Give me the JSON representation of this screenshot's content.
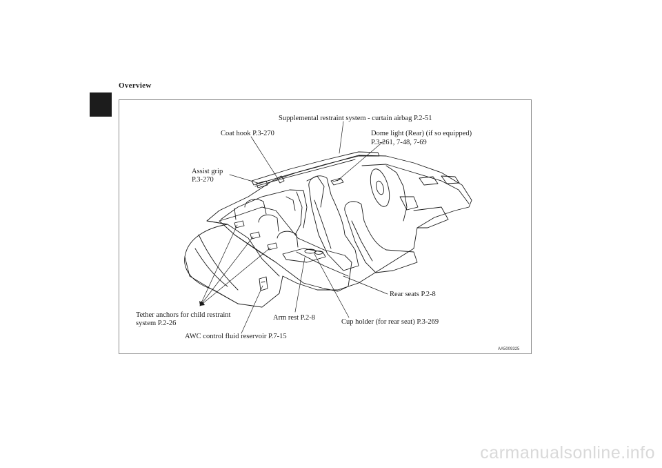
{
  "header": {
    "title": "Overview"
  },
  "figure": {
    "code": "AA5009325",
    "labels": {
      "curtain_airbag": "Supplemental restraint system - curtain airbag P.2-51",
      "coat_hook": "Coat hook P.3-270",
      "dome_light_line1": "Dome light (Rear) (if so equipped)",
      "dome_light_line2": "P.3-261, 7-48, 7-69",
      "assist_grip_line1": "Assist grip",
      "assist_grip_line2": "P.3-270",
      "rear_seats": "Rear seats P.2-8",
      "tether_line1": "Tether anchors for child restraint",
      "tether_line2": "system P.2-26",
      "arm_rest": "Arm rest P.2-8",
      "cup_holder": "Cup holder (for rear seat) P.3-269",
      "awc_reservoir": "AWC control fluid reservoir P.7-15"
    }
  },
  "watermark": {
    "text": "carmanualsonline.info"
  }
}
